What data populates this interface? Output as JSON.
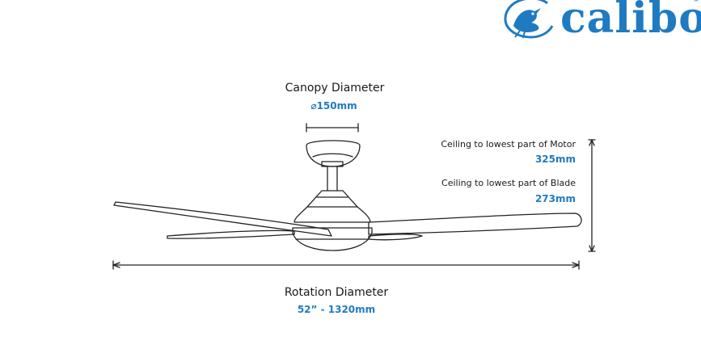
{
  "brand": {
    "name": "calibo",
    "trademark": "™",
    "color": "#1f7bc1"
  },
  "canopy": {
    "label": "Canopy Diameter",
    "value": "⌀150mm"
  },
  "motor_height": {
    "label": "Ceiling to lowest part of Motor",
    "value": "325mm"
  },
  "blade_height": {
    "label": "Ceiling to lowest part of Blade",
    "value": "273mm"
  },
  "rotation": {
    "label": "Rotation Diameter",
    "value": "52” - 1320mm"
  },
  "colors": {
    "text": "#1a1a1a",
    "accent": "#1f7bc1",
    "line": "#222222"
  }
}
